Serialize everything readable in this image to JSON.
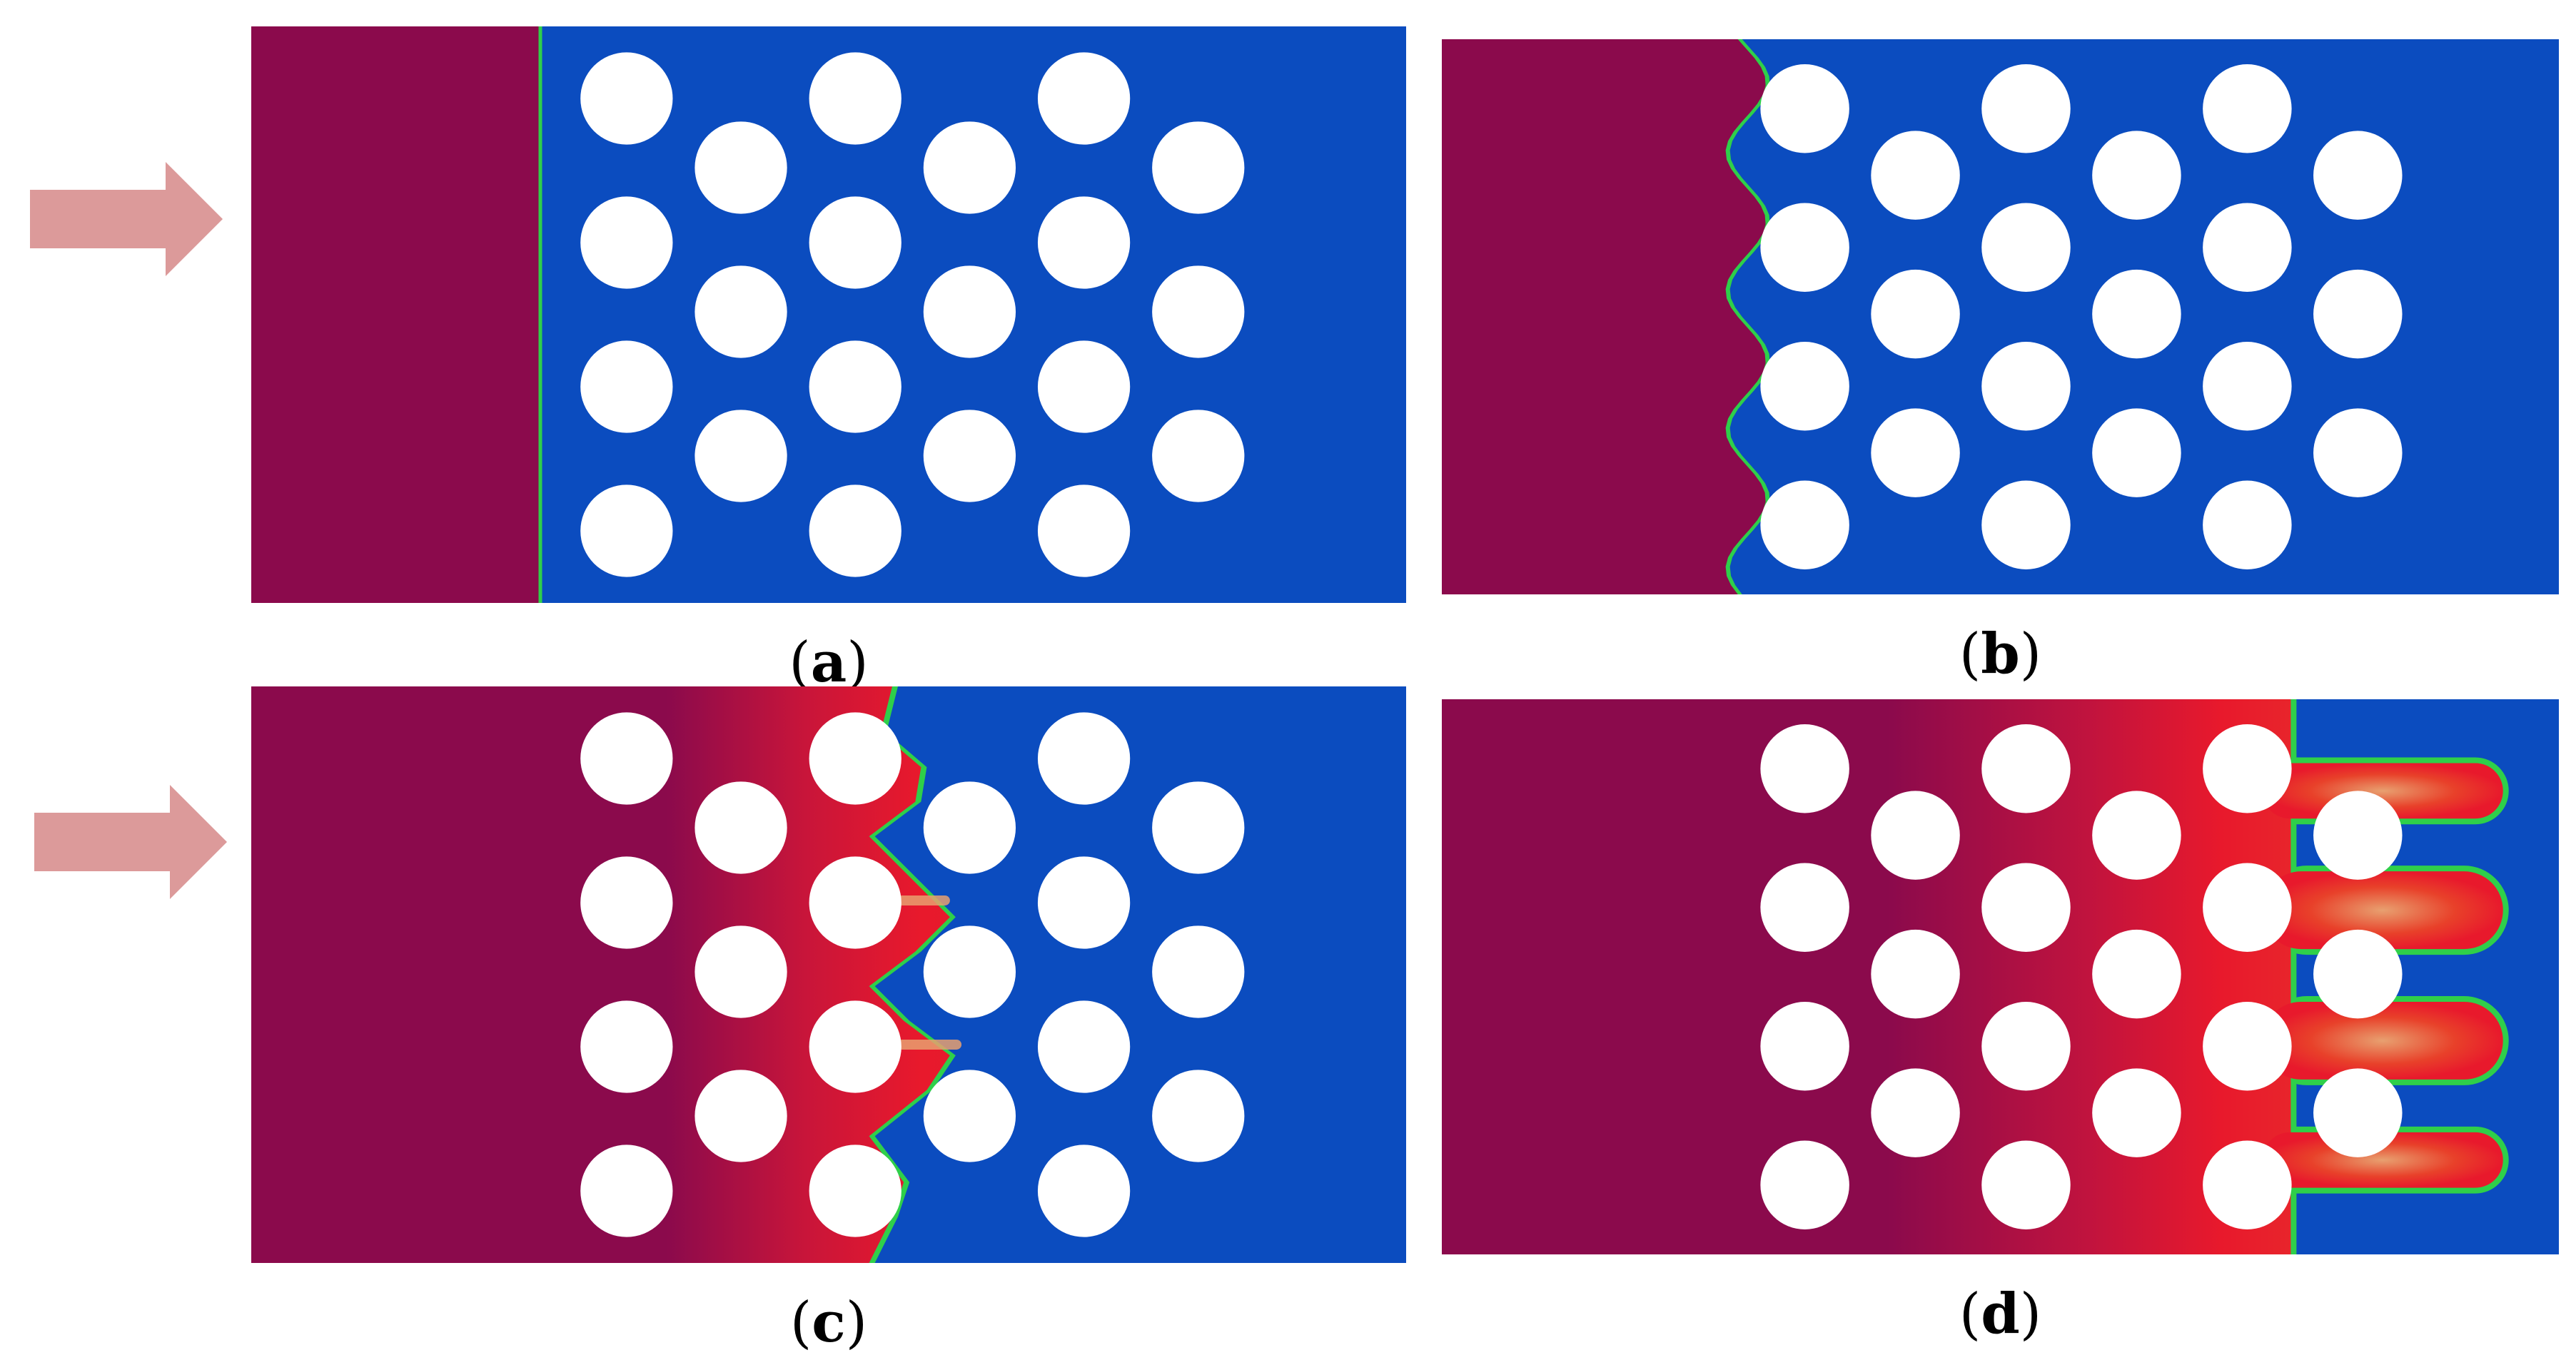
{
  "panels": [
    {
      "id": "a",
      "label_open": "(",
      "label_letter": "a",
      "label_close": ")",
      "stage": 0
    },
    {
      "id": "b",
      "label_open": "(",
      "label_letter": "b",
      "label_close": ")",
      "stage": 1
    },
    {
      "id": "c",
      "label_open": "(",
      "label_letter": "c",
      "label_close": ")",
      "stage": 2
    },
    {
      "id": "d",
      "label_open": "(",
      "label_letter": "d",
      "label_close": ")",
      "stage": 3
    }
  ],
  "colors": {
    "invading_fluid": "#8b0a4c",
    "front_red": "#e8192c",
    "displaced_fluid": "#0b4cbf",
    "obstacle": "#ffffff",
    "interface": "#2fcf4a",
    "flow_arrow": "#dc9a9a",
    "background": "#ffffff"
  },
  "icons": {
    "flow_arrow": "right-arrow-icon"
  }
}
